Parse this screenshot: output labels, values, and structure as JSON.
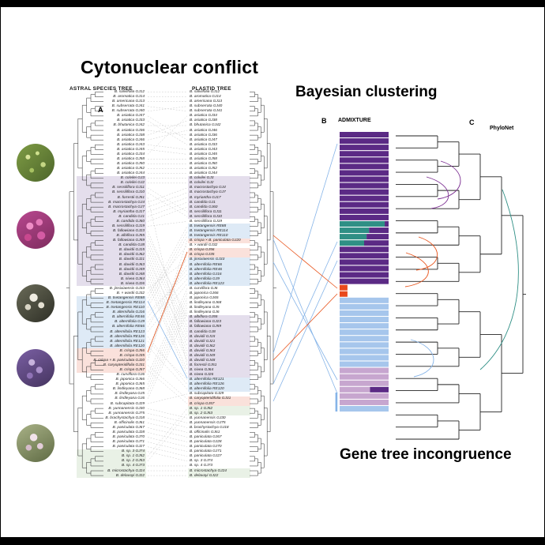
{
  "titles": {
    "main": "Cytonuclear conflict",
    "bayesian": "Bayesian clustering",
    "gene_tree": "Gene tree incongruence"
  },
  "panel_labels": {
    "a": "A",
    "b": "B",
    "c": "C"
  },
  "tree_headers": {
    "left": "ASTRAL SPECIES TREE",
    "right": "PLASTID TREE"
  },
  "admixture": {
    "header": "ADMIXTURE",
    "bars": [
      [
        [
          "purple",
          1
        ]
      ],
      [
        [
          "purple",
          1
        ]
      ],
      [
        [
          "purple",
          1
        ]
      ],
      [
        [
          "purple",
          1
        ]
      ],
      [
        [
          "purple",
          1
        ]
      ],
      [
        [
          "purple",
          1
        ]
      ],
      [
        [
          "purple",
          1
        ]
      ],
      [
        [
          "purple",
          1
        ]
      ],
      [
        [
          "purple",
          1
        ]
      ],
      [
        [
          "purple",
          1
        ]
      ],
      [
        [
          "purple",
          1
        ]
      ],
      [
        [
          "purple",
          1
        ]
      ],
      [
        [
          "purple",
          1
        ]
      ],
      [
        [
          "purple",
          1
        ]
      ],
      [
        [
          "teal",
          0.92
        ],
        [
          "purple",
          0.08
        ]
      ],
      [
        [
          "teal",
          0.6
        ],
        [
          "purple",
          0.4
        ]
      ],
      [
        [
          "teal",
          0.55
        ],
        [
          "purple",
          0.45
        ]
      ],
      [
        [
          "teal",
          0.5
        ],
        [
          "purple",
          0.5
        ]
      ],
      [
        [
          "purple",
          1
        ]
      ],
      [
        [
          "purple",
          1
        ]
      ],
      [
        [
          "purple",
          1
        ]
      ],
      [
        [
          "purple",
          1
        ]
      ],
      [
        [
          "purple",
          1
        ]
      ],
      [
        [
          "purple",
          1
        ]
      ],
      [
        [
          "red",
          0.16
        ]
      ],
      [
        [
          "red",
          0.16
        ]
      ],
      [
        [
          "admix_blue",
          1
        ]
      ],
      [
        [
          "admix_blue",
          1
        ]
      ],
      [
        [
          "admix_blue",
          1
        ]
      ],
      [
        [
          "admix_blue",
          1
        ]
      ],
      [
        [
          "admix_blue",
          1
        ]
      ],
      [
        [
          "admix_blue",
          1
        ]
      ],
      [
        [
          "admix_blue",
          1
        ]
      ],
      [
        [
          "admix_blue",
          1
        ]
      ],
      [
        [
          "admix_blue",
          1
        ]
      ],
      [
        [
          "admix_blue",
          1
        ]
      ],
      [
        [
          "admix_blue",
          1
        ]
      ],
      [
        [
          "mauve",
          1
        ]
      ],
      [
        [
          "mauve",
          1
        ]
      ],
      [
        [
          "mauve",
          1
        ]
      ],
      [
        [
          "mauve",
          0.62
        ],
        [
          "purple",
          0.38
        ]
      ],
      [
        [
          "mauve",
          1
        ]
      ],
      [
        [
          "mauve",
          1
        ]
      ],
      [
        [
          "admix_blue",
          1
        ]
      ]
    ]
  },
  "phylonet": {
    "label": "PhyloNet"
  },
  "astral_tips": [
    "B. salviifolia GJ12",
    "B. aromatica GJ14",
    "B. americana GJ13",
    "B. subserrata GJ41",
    "B. subserrata GJ40",
    "B. asiatica GJ47",
    "B. asiatica GJ33",
    "B. bhutanica GJ42",
    "B. asiatica GJ36",
    "B. asiatica GJ38",
    "B. asiatica GJ46",
    "B. asiatica GJ43",
    "B. asiatica GJ45",
    "B. asiatica GJ34",
    "B. asiatica GJ58",
    "B. asiatica GJ50",
    "B. asiatica GJ52",
    "B. asiatica GJ44",
    "B. colvilei GJ3",
    "B. colvilei GJ2",
    "B. sessiliflora GJ11",
    "B. sessiliflora GJ10",
    "B. forrestii GJ51",
    "B. macrostachya GJ4",
    "B. macrostachya GJ7",
    "B. myriantha GJ17",
    "B. candida GJ1",
    "B. candida GJ60",
    "B. sessiliflora GJ19",
    "B. fallowiana GJ23",
    "B. albiflora GJ55",
    "B. fallowiana GJ59",
    "B. candida GJ8",
    "B. davidii GJ15",
    "B. davidii GJ62",
    "B. davidii GJ21",
    "B. davidii GJ63",
    "B. davidii GJ49",
    "B. davidii GJ48",
    "B. nivea GJ64",
    "B. nivea GJ26",
    "B. jinsixiaensis GJ33",
    "B. × wardii GJ32",
    "B. tsetangensis RE88",
    "B. tsetangensis RE114",
    "B. tsetangensis RE110",
    "B. alternifolia GJ16",
    "B. alternifolia RE46",
    "B. alternifolia GJ9",
    "B. alternifolia RE66",
    "B. alternifolia RE123",
    "B. alternifolia RE126",
    "B. alternifolia RE121",
    "B. alternifolia RE120",
    "B. crispa GJ56",
    "B. crispa GJ35",
    "B. crispa × B. paniculata GJ20",
    "B. caryopteridifolia GJ31",
    "B. crispa GJ57",
    "B. curviflora GJ6",
    "B. japonica GJ66",
    "B. japonica GJ65",
    "B. lindleyana GJ68",
    "B. lindleyana GJ5",
    "B. lindleyana GJ6",
    "B. subcapitata GJ29",
    "B. yunnanensis GJ30",
    "B. yunnanensis GJ75",
    "B. brachystachya GJ18",
    "B. officinalis GJ61",
    "B. paniculata GJ67",
    "B. paniculata GJ28",
    "B. paniculata GJ70",
    "B. paniculata GJ71",
    "B. paniculata GJ27",
    "B. sp. 3 GJ74",
    "B. sp. 1 GJ52",
    "B. sp. 2 GJ53",
    "B. sp. 4 GJ73",
    "B. microstachya GJ24",
    "B. delavayi GJ22"
  ],
  "plastid_tips": [
    "B. salviifolia GJ12",
    "B. aromatica GJ14",
    "B. americana GJ13",
    "B. subserrata GJ40",
    "B. subserrata GJ41",
    "B. asiatica GJ34",
    "B. asiatica GJ38",
    "B. bhutanica GJ42",
    "B. asiatica GJ46",
    "B. asiatica GJ36",
    "B. asiatica GJ47",
    "B. asiatica GJ33",
    "B. asiatica GJ43",
    "B. asiatica GJ45",
    "B. asiatica GJ58",
    "B. asiatica GJ50",
    "B. asiatica GJ52",
    "B. asiatica GJ44",
    "B. colvilei GJ3",
    "B. colvilei GJ2",
    "B. macrostachya GJ4",
    "B. macrostachya GJ7",
    "B. myriantha GJ17",
    "B. candida GJ1",
    "B. candida GJ60",
    "B. sessiliflora GJ11",
    "B. sessiliflora GJ10",
    "B. sessiliflora GJ19",
    "B. tsetangensis RE88",
    "B. tsetangensis RE114",
    "B. tsetangensis RE110",
    "B. crispa × B. paniculata GJ20",
    "B. × wardii GJ32",
    "B. crispa GJ56",
    "B. crispa GJ35",
    "B. jinsixiaensis GJ33",
    "B. alternifolia RE66",
    "B. alternifolia RE46",
    "B. alternifolia GJ16",
    "B. alternifolia GJ9",
    "B. alternifolia RE123",
    "B. curviflora GJ6",
    "B. japonica GJ66",
    "B. japonica GJ65",
    "B. lindleyana GJ68",
    "B. lindleyana GJ5",
    "B. lindleyana GJ6",
    "B. albiflora GJ55",
    "B. fallowiana GJ23",
    "B. fallowiana GJ59",
    "B. candida GJ8",
    "B. davidii GJ15",
    "B. davidii GJ21",
    "B. davidii GJ62",
    "B. davidii GJ63",
    "B. davidii GJ49",
    "B. davidii GJ48",
    "B. forrestii GJ51",
    "B. nivea GJ64",
    "B. nivea GJ26",
    "B. alternifolia RE121",
    "B. alternifolia RE126",
    "B. alternifolia RE120",
    "B. subcapitata GJ29",
    "B. caryopteridifolia GJ31",
    "B. crispa GJ57",
    "B. sp. 1 GJ52",
    "B. sp. 2 GJ53",
    "B. yunnanensis GJ30",
    "B. yunnanensis GJ75",
    "B. brachystachya GJ18",
    "B. officinalis GJ61",
    "B. paniculata GJ67",
    "B. paniculata GJ28",
    "B. paniculata GJ70",
    "B. paniculata GJ71",
    "B. paniculata GJ27",
    "B. sp. 3 GJ74",
    "B. sp. 4 GJ73",
    "B. microstachya GJ24",
    "B. delavayi GJ22"
  ],
  "highlights": {
    "left": [
      {
        "from": 18,
        "to": 40,
        "color": "lavender"
      },
      {
        "from": 43,
        "to": 53,
        "color": "lightblue"
      },
      {
        "from": 54,
        "to": 58,
        "color": "pink"
      },
      {
        "from": 75,
        "to": 80,
        "color": "green"
      }
    ],
    "right": [
      {
        "from": 18,
        "to": 26,
        "color": "lavender"
      },
      {
        "from": 28,
        "to": 30,
        "color": "lightblue"
      },
      {
        "from": 31,
        "to": 31,
        "color": "pink"
      },
      {
        "from": 33,
        "to": 34,
        "color": "pink"
      },
      {
        "from": 35,
        "to": 40,
        "color": "lightblue"
      },
      {
        "from": 47,
        "to": 59,
        "color": "lavender"
      },
      {
        "from": 60,
        "to": 62,
        "color": "lightblue"
      },
      {
        "from": 64,
        "to": 65,
        "color": "pink"
      },
      {
        "from": 66,
        "to": 67,
        "color": "green"
      },
      {
        "from": 79,
        "to": 80,
        "color": "green"
      }
    ]
  },
  "colors": {
    "lavender": "#cdc2dd",
    "lightblue": "#c3d8ef",
    "pink": "#f5c8bd",
    "green": "#d7e5d1",
    "purple": "#5b2a85",
    "teal": "#2f8f85",
    "admix_blue": "#a6c6ec",
    "mauve": "#c7a6cf",
    "red": "#e8491d",
    "line_blue": "#86b4e8",
    "line_orange": "#e8541c",
    "net_purple": "#7c2f92",
    "net_teal": "#2f8f85",
    "connector": "#c6c6c6",
    "tree": "#3a3a3a"
  },
  "photos": [
    {
      "name": "plant-photo-1",
      "alt": "green spike inflorescence"
    },
    {
      "name": "plant-photo-2",
      "alt": "magenta flower cluster"
    },
    {
      "name": "plant-photo-3",
      "alt": "white flowers on dark background"
    },
    {
      "name": "plant-photo-4",
      "alt": "purple flower spike"
    },
    {
      "name": "plant-photo-5",
      "alt": "pale pink flower cluster"
    }
  ]
}
